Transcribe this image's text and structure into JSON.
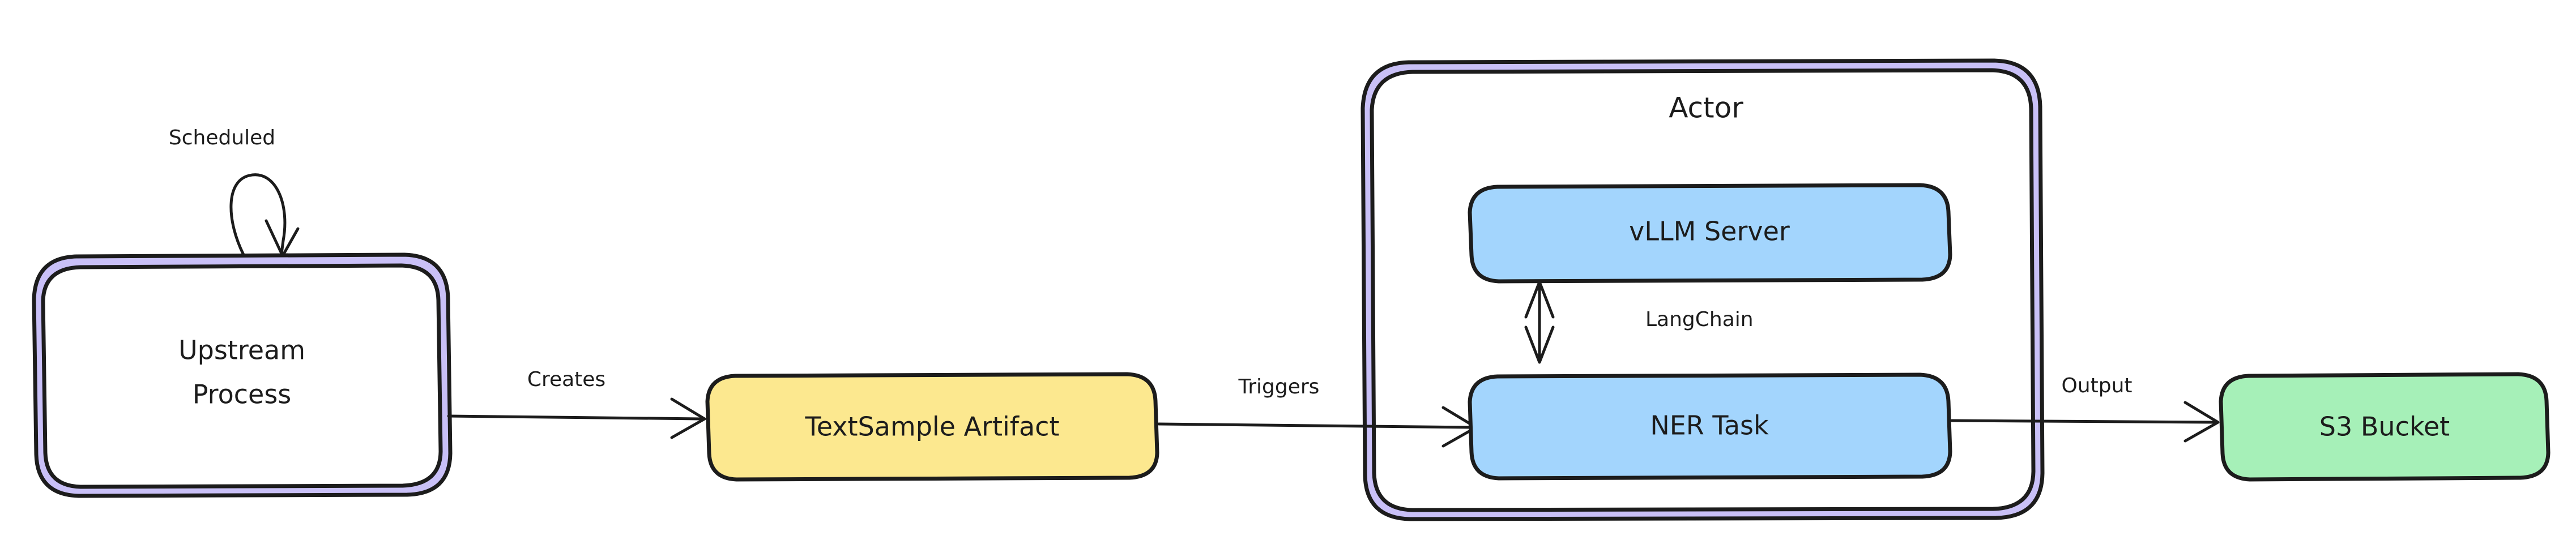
{
  "diagram": {
    "type": "flowchart",
    "direction": "left-to-right",
    "title": "",
    "background": "#ffffff",
    "palette": {
      "stroke": "#1c1c1c",
      "purple_band": "#c9c0f7",
      "yellow_fill": "#fce88f",
      "blue_fill": "#a3d5fd",
      "green_fill": "#a6f0b8",
      "white_fill": "#ffffff"
    },
    "nodes": [
      {
        "id": "upstream",
        "label_line1": "Upstream",
        "label_line2": "Process",
        "fill": "#ffffff",
        "border_style": "double-purple"
      },
      {
        "id": "artifact",
        "label": "TextSample Artifact",
        "fill": "#fce88f",
        "border_style": "plain"
      },
      {
        "id": "vllm",
        "label": "vLLM Server",
        "fill": "#a3d5fd",
        "border_style": "plain"
      },
      {
        "id": "ner",
        "label": "NER Task",
        "fill": "#a3d5fd",
        "border_style": "plain"
      },
      {
        "id": "s3",
        "label": "S3 Bucket",
        "fill": "#a6f0b8",
        "border_style": "plain"
      }
    ],
    "clusters": [
      {
        "id": "actor",
        "title": "Actor",
        "fill": "#ffffff",
        "border_style": "double-purple",
        "contains": [
          "vllm",
          "ner"
        ]
      }
    ],
    "edges": [
      {
        "id": "e-scheduled",
        "label": "Scheduled",
        "from": "upstream",
        "to": "upstream",
        "kind": "self-loop",
        "arrow": "single"
      },
      {
        "id": "e-creates",
        "label": "Creates",
        "from": "upstream",
        "to": "artifact",
        "kind": "straight",
        "arrow": "single"
      },
      {
        "id": "e-triggers",
        "label": "Triggers",
        "from": "artifact",
        "to": "ner",
        "kind": "straight",
        "arrow": "single"
      },
      {
        "id": "e-langchain",
        "label": "LangChain",
        "from": "vllm",
        "to": "ner",
        "kind": "vertical",
        "arrow": "double"
      },
      {
        "id": "e-output",
        "label": "Output",
        "from": "ner",
        "to": "s3",
        "kind": "straight",
        "arrow": "single"
      }
    ]
  }
}
